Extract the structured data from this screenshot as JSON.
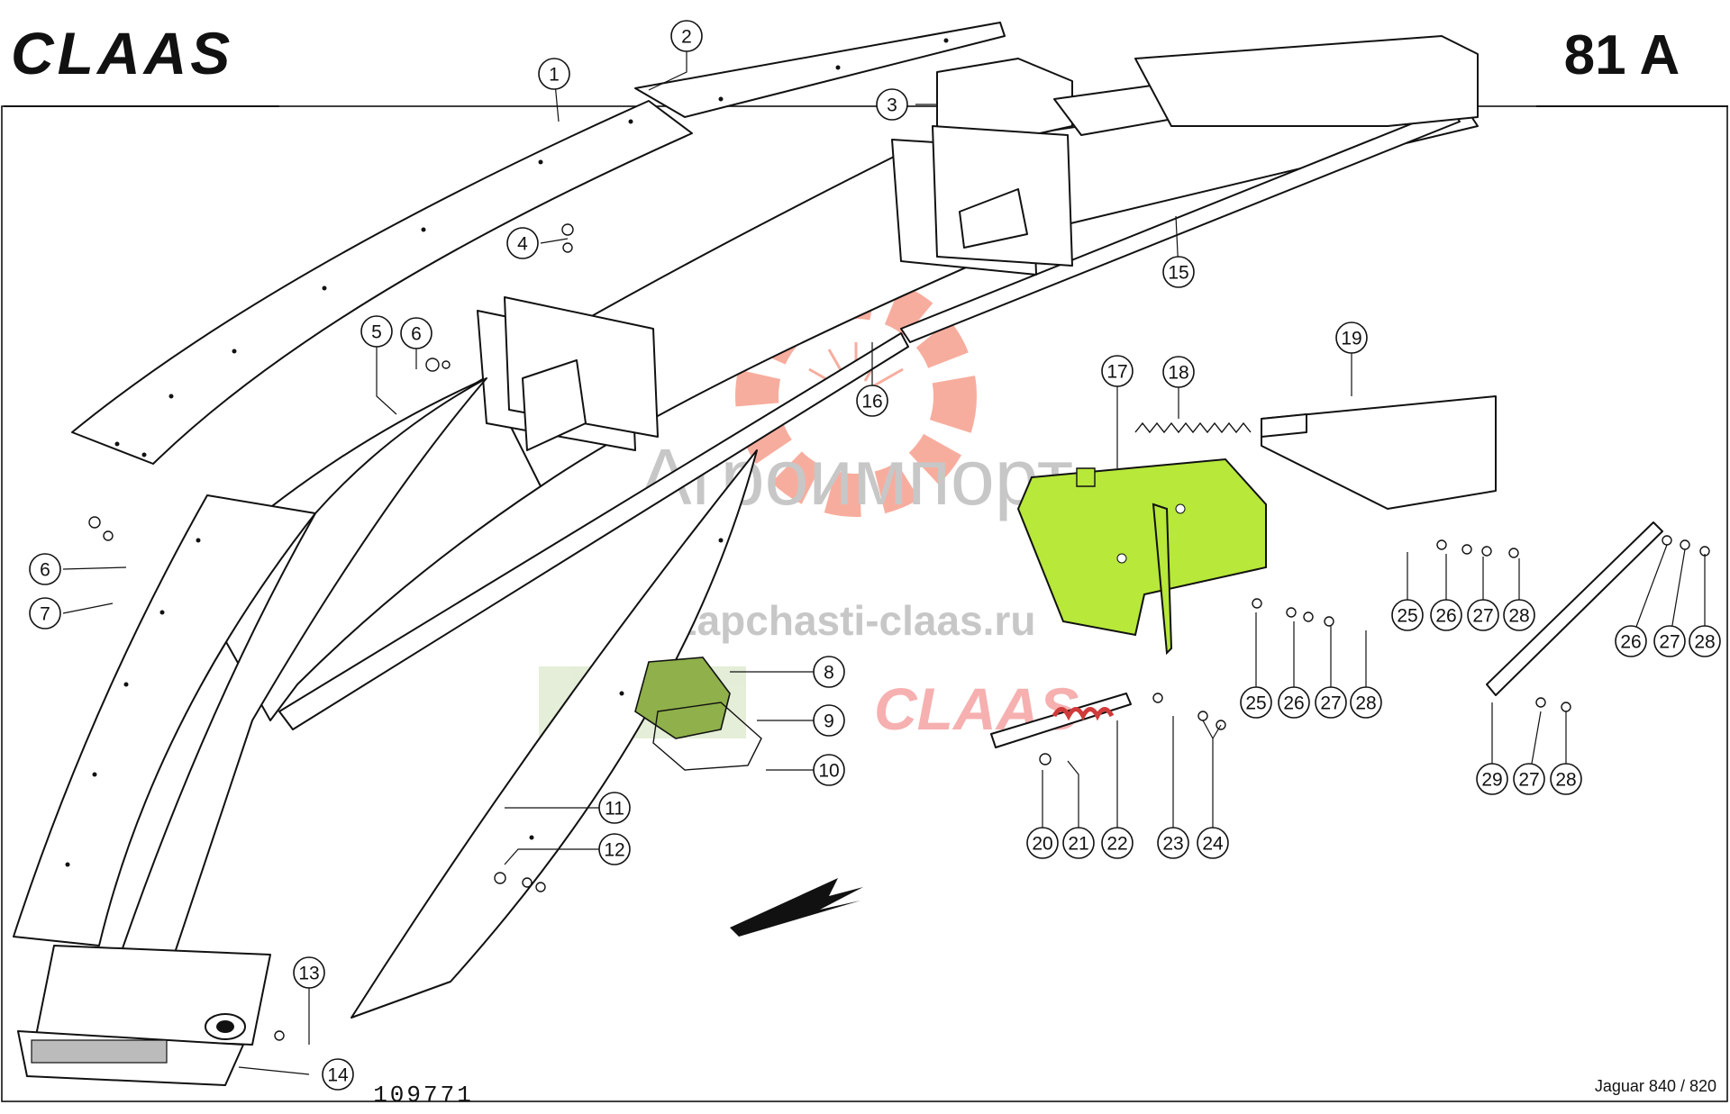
{
  "header": {
    "brand": "CLAAS",
    "page_code": "81 A"
  },
  "footer": {
    "drawing_number": "109771",
    "model": "Jaguar 840 / 820"
  },
  "watermark": {
    "company": "Агроимпорт",
    "site": "zapchasti-claas.ru",
    "brand": "CLAAS",
    "gear_color": "#f26b4f",
    "text_color": "#9a9a9a"
  },
  "colors": {
    "highlight_part": "#b7e83a",
    "ink": "#111111"
  },
  "callouts": [
    {
      "id": "c1",
      "label": "1"
    },
    {
      "id": "c2",
      "label": "2"
    },
    {
      "id": "c3",
      "label": "3"
    },
    {
      "id": "c4",
      "label": "4"
    },
    {
      "id": "c5",
      "label": "5"
    },
    {
      "id": "c6a",
      "label": "6"
    },
    {
      "id": "c6b",
      "label": "6"
    },
    {
      "id": "c7",
      "label": "7"
    },
    {
      "id": "c8",
      "label": "8"
    },
    {
      "id": "c9",
      "label": "9"
    },
    {
      "id": "c10",
      "label": "10"
    },
    {
      "id": "c11",
      "label": "11"
    },
    {
      "id": "c12",
      "label": "12"
    },
    {
      "id": "c13",
      "label": "13"
    },
    {
      "id": "c14",
      "label": "14"
    },
    {
      "id": "c15",
      "label": "15"
    },
    {
      "id": "c16",
      "label": "16"
    },
    {
      "id": "c17",
      "label": "17"
    },
    {
      "id": "c18",
      "label": "18"
    },
    {
      "id": "c19",
      "label": "19"
    },
    {
      "id": "c20",
      "label": "20"
    },
    {
      "id": "c21",
      "label": "21"
    },
    {
      "id": "c22",
      "label": "22"
    },
    {
      "id": "c23",
      "label": "23"
    },
    {
      "id": "c24",
      "label": "24"
    },
    {
      "id": "c25a",
      "label": "25"
    },
    {
      "id": "c26a",
      "label": "26"
    },
    {
      "id": "c27a",
      "label": "27"
    },
    {
      "id": "c28a",
      "label": "28"
    },
    {
      "id": "c25b",
      "label": "25"
    },
    {
      "id": "c26b",
      "label": "26"
    },
    {
      "id": "c27b",
      "label": "27"
    },
    {
      "id": "c28b",
      "label": "28"
    },
    {
      "id": "c26c",
      "label": "26"
    },
    {
      "id": "c27c",
      "label": "27"
    },
    {
      "id": "c28c",
      "label": "28"
    },
    {
      "id": "c29",
      "label": "29"
    },
    {
      "id": "c27d",
      "label": "27"
    },
    {
      "id": "c28d",
      "label": "28"
    }
  ]
}
